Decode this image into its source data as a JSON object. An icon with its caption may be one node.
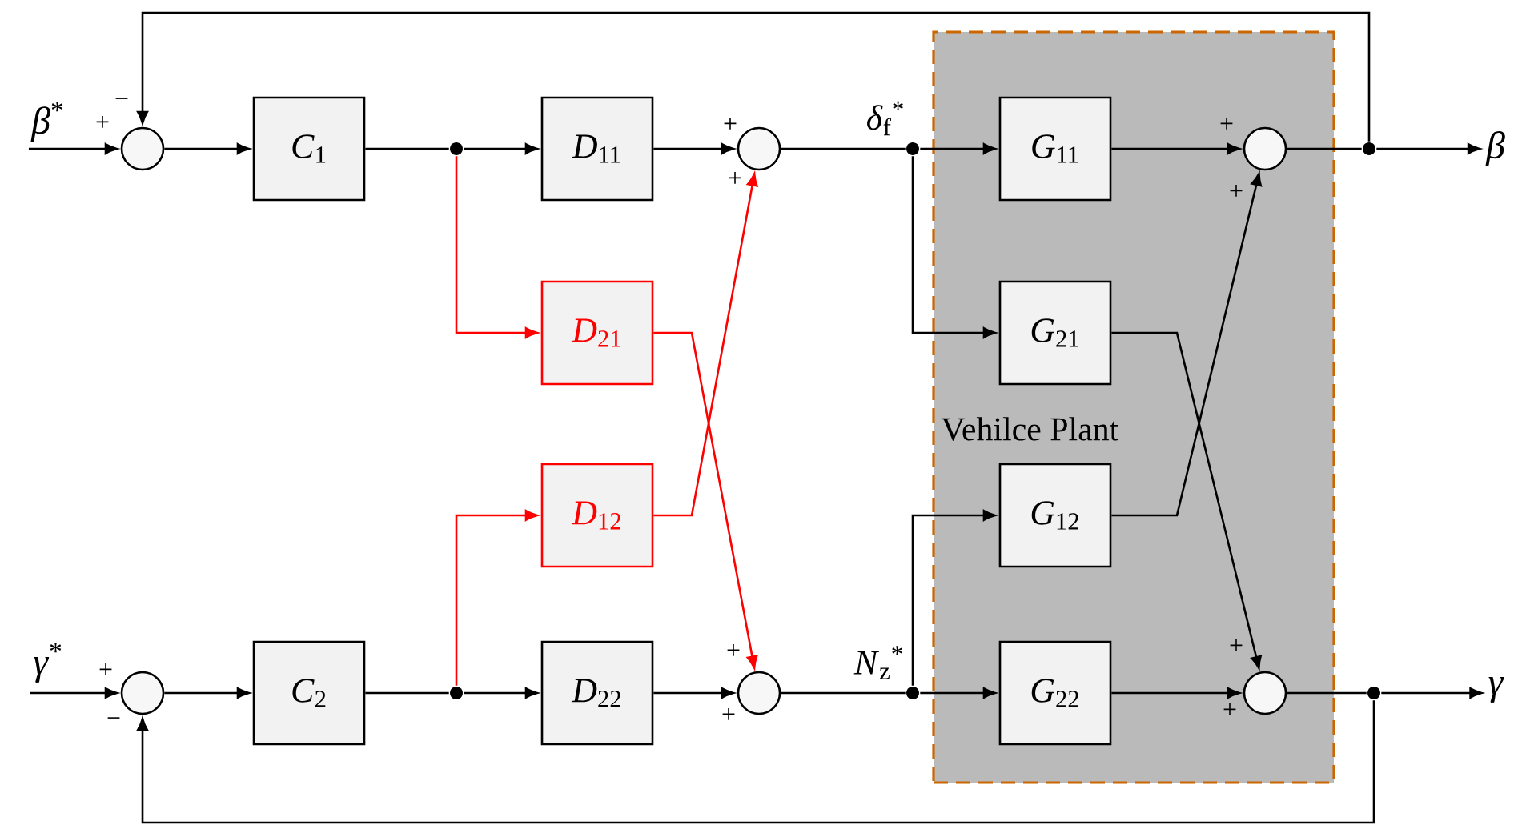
{
  "diagram": {
    "nodes": [
      {
        "text": [
          "Vehilce Plant"
        ]
      },
      {
        "text": [
          "*β*$^{*}$"
        ]
      },
      {
        "text": [],
        "shape": "circle",
        "beside": [
          "+",
          "−"
        ]
      },
      {
        "text": [
          "*C*$_{1}$"
        ]
      },
      {
        "text": [],
        "shape": "circle"
      },
      {
        "text": [
          "*D*$_{11}$"
        ]
      },
      {
        "text": [],
        "shape": "circle",
        "beside": [
          "+",
          "+"
        ]
      },
      {
        "text": [],
        "shape": "circle",
        "beside": [
          "*δ*$_{f}$$^{*}$"
        ]
      },
      {
        "text": [
          "*G*$_{11}$"
        ],
        "in": 0
      },
      {
        "text": [],
        "shape": "circle",
        "in": 0,
        "beside": [
          "+",
          "+"
        ]
      },
      {
        "text": [],
        "shape": "circle"
      },
      {
        "text": [
          "β"
        ]
      },
      {
        "text": [
          "*D*$_{21}$"
        ]
      },
      {
        "text": [
          "*G*$_{21}$"
        ],
        "in": 0
      },
      {
        "text": [
          "*D*$_{12}$"
        ]
      },
      {
        "text": [
          "*G*$_{12}$"
        ],
        "in": 0
      },
      {
        "text": [
          "*γ*$^{*}$"
        ]
      },
      {
        "text": [],
        "shape": "circle",
        "beside": [
          "+",
          "−"
        ]
      },
      {
        "text": [
          "*C*$_{2}$"
        ]
      },
      {
        "text": [],
        "shape": "circle"
      },
      {
        "text": [
          "*D*$_{22}$"
        ]
      },
      {
        "text": [],
        "shape": "circle",
        "beside": [
          "+",
          "+"
        ]
      },
      {
        "text": [],
        "shape": "circle",
        "beside": [
          "*N*$_{z}$$^{*}$"
        ]
      },
      {
        "text": [
          "*G*$_{22}$"
        ],
        "in": 0
      },
      {
        "text": [],
        "shape": "circle",
        "in": 0,
        "beside": [
          "+",
          "+"
        ]
      },
      {
        "text": [],
        "shape": "circle"
      },
      {
        "text": [
          "γ"
        ]
      }
    ],
    "edges": [
      {
        "from": 1,
        "to": 2,
        "arrow": "to"
      },
      {
        "from": 2,
        "to": 3,
        "arrow": "to"
      },
      {
        "from": 3,
        "to": 4,
        "arrow": "none"
      },
      {
        "from": 4,
        "to": 5,
        "arrow": "to"
      },
      {
        "from": 5,
        "to": 6,
        "arrow": "to"
      },
      {
        "from": 6,
        "to": 7,
        "arrow": "none"
      },
      {
        "from": 7,
        "to": 8,
        "arrow": "to"
      },
      {
        "from": 8,
        "to": 9,
        "arrow": "to"
      },
      {
        "from": 9,
        "to": 10,
        "arrow": "none"
      },
      {
        "from": 10,
        "to": 11,
        "arrow": "to"
      },
      {
        "from": 10,
        "to": 2,
        "arrow": "to"
      },
      {
        "from": 4,
        "to": 12,
        "arrow": "to",
        "color": "#ff0000"
      },
      {
        "from": 12,
        "to": 21,
        "arrow": "to",
        "color": "#ff0000"
      },
      {
        "from": 19,
        "to": 14,
        "arrow": "to",
        "color": "#ff0000"
      },
      {
        "from": 14,
        "to": 6,
        "arrow": "to",
        "color": "#ff0000"
      },
      {
        "from": 7,
        "to": 13,
        "arrow": "to"
      },
      {
        "from": 13,
        "to": 24,
        "arrow": "to"
      },
      {
        "from": 22,
        "to": 15,
        "arrow": "to"
      },
      {
        "from": 15,
        "to": 9,
        "arrow": "to"
      },
      {
        "from": 16,
        "to": 17,
        "arrow": "to"
      },
      {
        "from": 17,
        "to": 18,
        "arrow": "to"
      },
      {
        "from": 18,
        "to": 19,
        "arrow": "none"
      },
      {
        "from": 19,
        "to": 20,
        "arrow": "to"
      },
      {
        "from": 20,
        "to": 21,
        "arrow": "to"
      },
      {
        "from": 21,
        "to": 22,
        "arrow": "none"
      },
      {
        "from": 22,
        "to": 23,
        "arrow": "to"
      },
      {
        "from": 23,
        "to": 24,
        "arrow": "to"
      },
      {
        "from": 24,
        "to": 25,
        "arrow": "none"
      },
      {
        "from": 25,
        "to": 26,
        "arrow": "to"
      },
      {
        "from": 25,
        "to": 17,
        "arrow": "to"
      }
    ]
  }
}
